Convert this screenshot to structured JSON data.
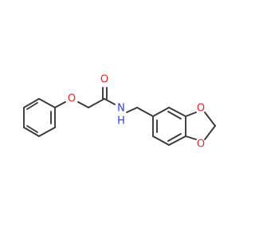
{
  "molecule": {
    "colors": {
      "bond": "#3a3a3a",
      "oxygen": "#e8291c",
      "nitrogen": "#2f3fd8",
      "background": "#ffffff"
    },
    "atoms": {
      "o_ether": {
        "label": "O",
        "element": "oxygen"
      },
      "o_carbonyl": {
        "label": "O",
        "element": "oxygen"
      },
      "n_amide": {
        "label": "N",
        "element": "nitrogen"
      },
      "h_amide": {
        "label": "H",
        "element": "nitrogen"
      },
      "o_dioxole_top": {
        "label": "O",
        "element": "oxygen"
      },
      "o_dioxole_bottom": {
        "label": "O",
        "element": "oxygen"
      }
    }
  }
}
